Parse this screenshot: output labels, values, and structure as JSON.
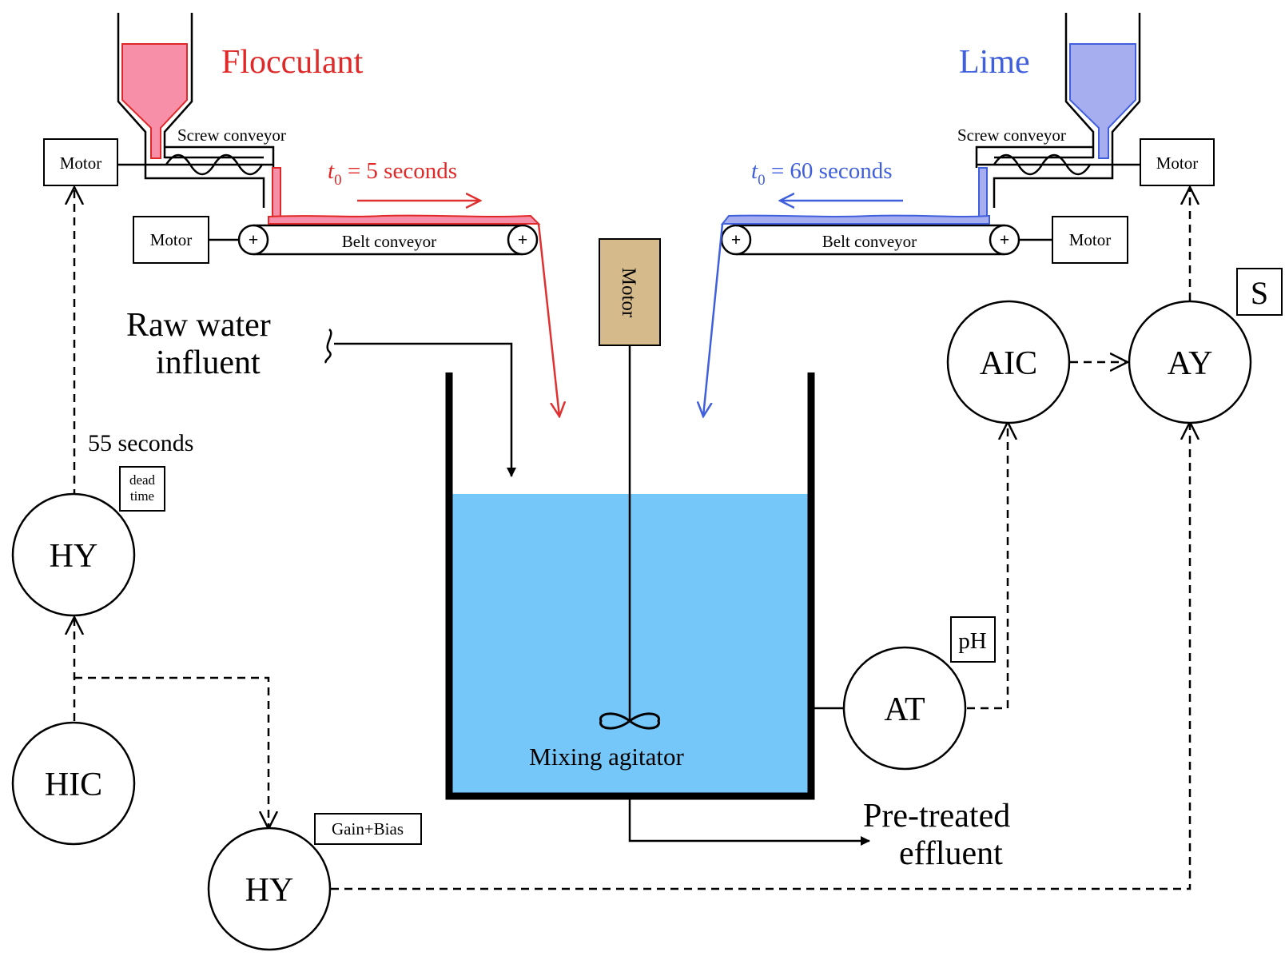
{
  "colors": {
    "flocculant": "#e02828",
    "flocculant_fill": "#f88fa8",
    "lime": "#3f5fdc",
    "lime_fill": "#a7aef0",
    "water": "#74c7f8",
    "motor_box": "#d5ba8c"
  },
  "hoppers": {
    "left_label": "Flocculant",
    "right_label": "Lime"
  },
  "conveyors": {
    "screw_left": "Screw conveyor",
    "screw_right": "Screw conveyor",
    "belt_left": "Belt conveyor",
    "belt_right": "Belt conveyor"
  },
  "motors": {
    "screw_left": "Motor",
    "belt_left": "Motor",
    "screw_right": "Motor",
    "belt_right": "Motor",
    "agitator": "Motor"
  },
  "delays": {
    "left_symbol": "t",
    "left_subscript": "0",
    "left_value": " = 5 seconds",
    "right_symbol": "t",
    "right_subscript": "0",
    "right_value": " = 60 seconds"
  },
  "process": {
    "influent_line1": "Raw water",
    "influent_line2": "influent",
    "effluent_line1": "Pre-treated",
    "effluent_line2": "effluent",
    "agitator": "Mixing agitator"
  },
  "instruments": {
    "hy_top": "HY",
    "hy_top_note_line1": "dead",
    "hy_top_note_line2": "time",
    "dead_time_value": "55 seconds",
    "hic": "HIC",
    "hy_bottom": "HY",
    "hy_bottom_note": "Gain+Bias",
    "at": "AT",
    "at_note": "pH",
    "aic": "AIC",
    "ay": "AY",
    "ay_note": "S"
  }
}
